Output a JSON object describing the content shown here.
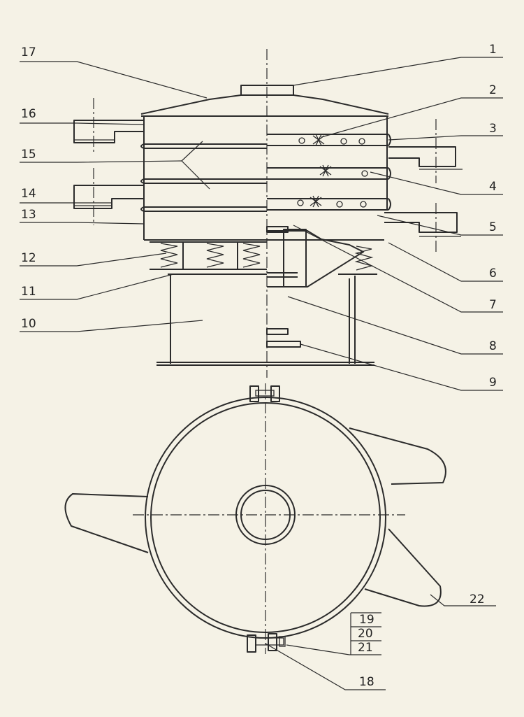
{
  "callouts": [
    {
      "id": "1",
      "text": "1"
    },
    {
      "id": "2",
      "text": "2"
    },
    {
      "id": "3",
      "text": "3"
    },
    {
      "id": "4",
      "text": "4"
    },
    {
      "id": "5",
      "text": "5"
    },
    {
      "id": "6",
      "text": "6"
    },
    {
      "id": "7",
      "text": "7"
    },
    {
      "id": "8",
      "text": "8"
    },
    {
      "id": "9",
      "text": "9"
    },
    {
      "id": "10",
      "text": "10"
    },
    {
      "id": "11",
      "text": "11"
    },
    {
      "id": "12",
      "text": "12"
    },
    {
      "id": "13",
      "text": "13"
    },
    {
      "id": "14",
      "text": "14"
    },
    {
      "id": "15",
      "text": "15"
    },
    {
      "id": "16",
      "text": "16"
    },
    {
      "id": "17",
      "text": "17"
    },
    {
      "id": "18",
      "text": "18"
    },
    {
      "id": "19",
      "text": "19"
    },
    {
      "id": "20",
      "text": "20"
    },
    {
      "id": "21",
      "text": "21"
    },
    {
      "id": "22",
      "text": "22"
    }
  ],
  "colors": {
    "paper": "#f5f2e6",
    "ink": "#2b2b2b"
  }
}
